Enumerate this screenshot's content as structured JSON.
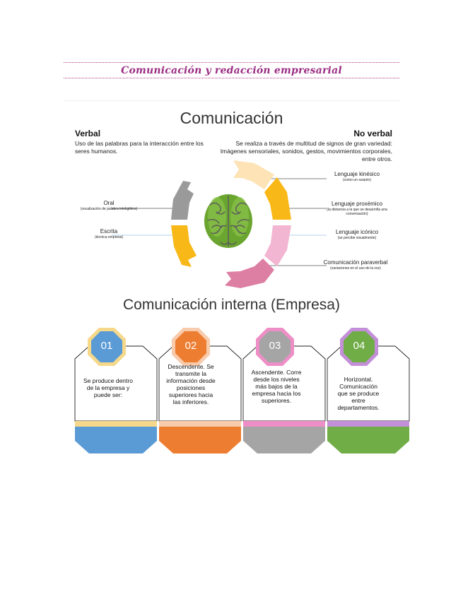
{
  "header": {
    "title": "Comunicación y redacción empresarial"
  },
  "section1": {
    "title": "Comunicación",
    "verbal": {
      "heading": "Verbal",
      "description": "Uso de las palabras para la interacción entre los seres humanos.",
      "items": [
        {
          "label": "Oral",
          "detail": "(vocalización de palabra inteligibles)"
        },
        {
          "label": "Escrita",
          "detail": "(técnica empresa)"
        }
      ]
    },
    "noverbal": {
      "heading": "No verbal",
      "description": "Se realiza a través de multitud de signos de gran variedad: Imágenes sensoriales, sonidos, gestos, movimientos corporales, entre otros.",
      "items": [
        {
          "label": "Lenguaje kinésico",
          "detail": "(como un suspiro)"
        },
        {
          "label": "Lenguaje proxémico",
          "detail": "(la distancia a la que se desarrolla una conversación)"
        },
        {
          "label": "Lenguaje icónico",
          "detail": "(se percibe visualmente)"
        },
        {
          "label": "Comunicación paraverbal",
          "detail": "(variaciones en el uso de la voz)"
        }
      ]
    },
    "colors": {
      "gray": "#9a9a9a",
      "yellow": "#f8b817",
      "light_yellow": "#fde3b5",
      "pink": "#f2b6d2",
      "mauve": "#dd7fa3",
      "brain_green": "#6aa52f"
    }
  },
  "section2": {
    "title": "Comunicación interna (Empresa)",
    "cards": [
      {
        "number": "01",
        "text": "Se produce dentro de la empresa y puede ser:",
        "color": "#5b9bd5",
        "ring": "#f5d88a"
      },
      {
        "number": "02",
        "text": "Descendente. Se transmite la información desde posiciones superiores hacia las inferiores.",
        "color": "#ed7d31",
        "ring": "#f8cbad"
      },
      {
        "number": "03",
        "text": "Ascendente. Corre desde los niveles más bajos de la empresa hacia los superiores.",
        "color": "#a5a5a5",
        "ring": "#ee8ec6"
      },
      {
        "number": "04",
        "text": "Horizontal. Comunicación que se produce entre departamentos.",
        "color": "#70ad47",
        "ring": "#c38fd8"
      }
    ]
  }
}
